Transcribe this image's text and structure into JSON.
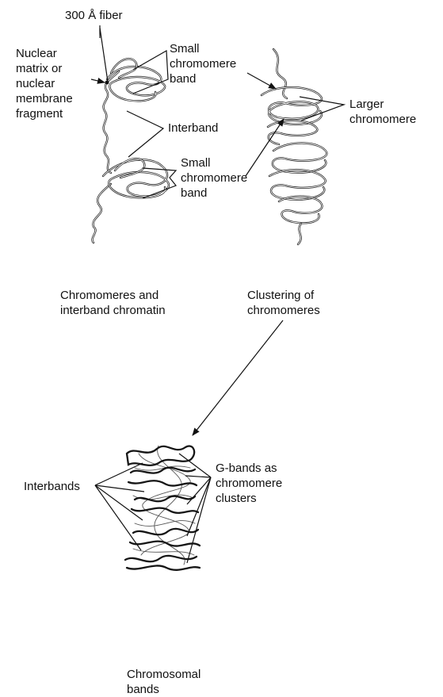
{
  "labels": {
    "fiber": "300 Å fiber",
    "nuclear_matrix": "Nuclear\nmatrix or\nnuclear\nmembrane\nfragment",
    "small_band_top": "Small\nchromomere\nband",
    "interband": "Interband",
    "small_band_bottom": "Small\nchromomere\nband",
    "larger_chromomere": "Larger\nchromomere",
    "caption_left": "Chromomeres and\ninterband chromatin",
    "caption_right": "Clustering of\nchromomeres",
    "interbands": "Interbands",
    "gbands": "G-bands as\nchromomere\nclusters",
    "caption_bottom": "Chromosomal\nbands"
  }
}
